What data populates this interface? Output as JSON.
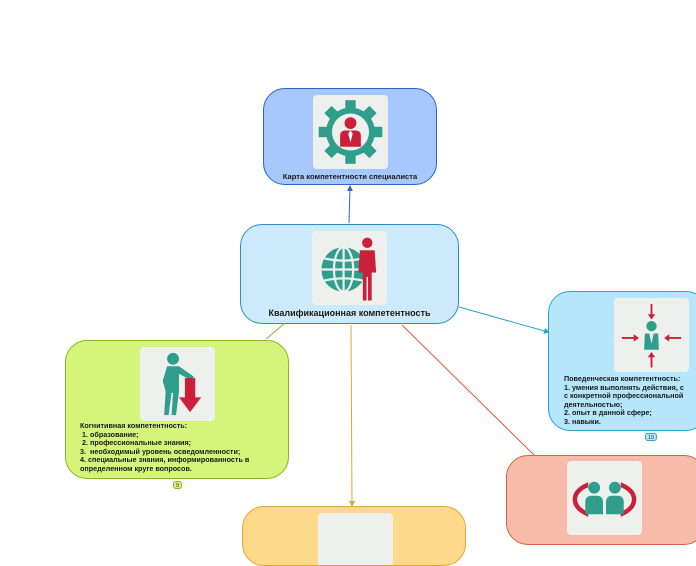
{
  "nodes": {
    "top": {
      "title": "Карта компетентности специалиста",
      "fill": "#a7c8fc",
      "border": "#2a66c9"
    },
    "center": {
      "title": "Квалификационная компетентность",
      "fill": "#cdeafc",
      "border": "#2a8ec9"
    },
    "cognitive": {
      "text": "Когнитивная компетентность:\n 1. образование;\n 2. профессиональные знания;\n3.  необходимый уровень осведомленности;\n4. специальные знания, информированность в\nопределенном круге вопросов.",
      "badge": "9",
      "fill": "#d4f57a",
      "border": "#87b51e"
    },
    "behavioral": {
      "text": "Поведенческая компетентность:\n1. умения выполнять действия, с\nс конкретной профессиональной\nдеятельностью;\n2. опыт в данной сфере;\n3. навыки.",
      "badge": "10",
      "fill": "#b6e6fc",
      "border": "#2aa3d6"
    },
    "social": {
      "fill": "#f8bba9",
      "border": "#d6624a"
    },
    "bottom": {
      "fill": "#ffd98a",
      "border": "#e0a82e"
    }
  },
  "colors": {
    "teal": "#2f9e8c",
    "red": "#cc1f3a",
    "link_top": "#2a66c9",
    "link_cognitive": "#87b51e",
    "link_bottom": "#e0a82e",
    "link_social": "#e0583a",
    "link_behavioral": "#2aa3d6"
  },
  "icons": {
    "top": "gear-person-icon",
    "center": "globe-person-icon",
    "cognitive": "person-arrow-down-icon",
    "behavioral": "person-arrows-in-icon",
    "social": "two-people-cycle-icon"
  }
}
